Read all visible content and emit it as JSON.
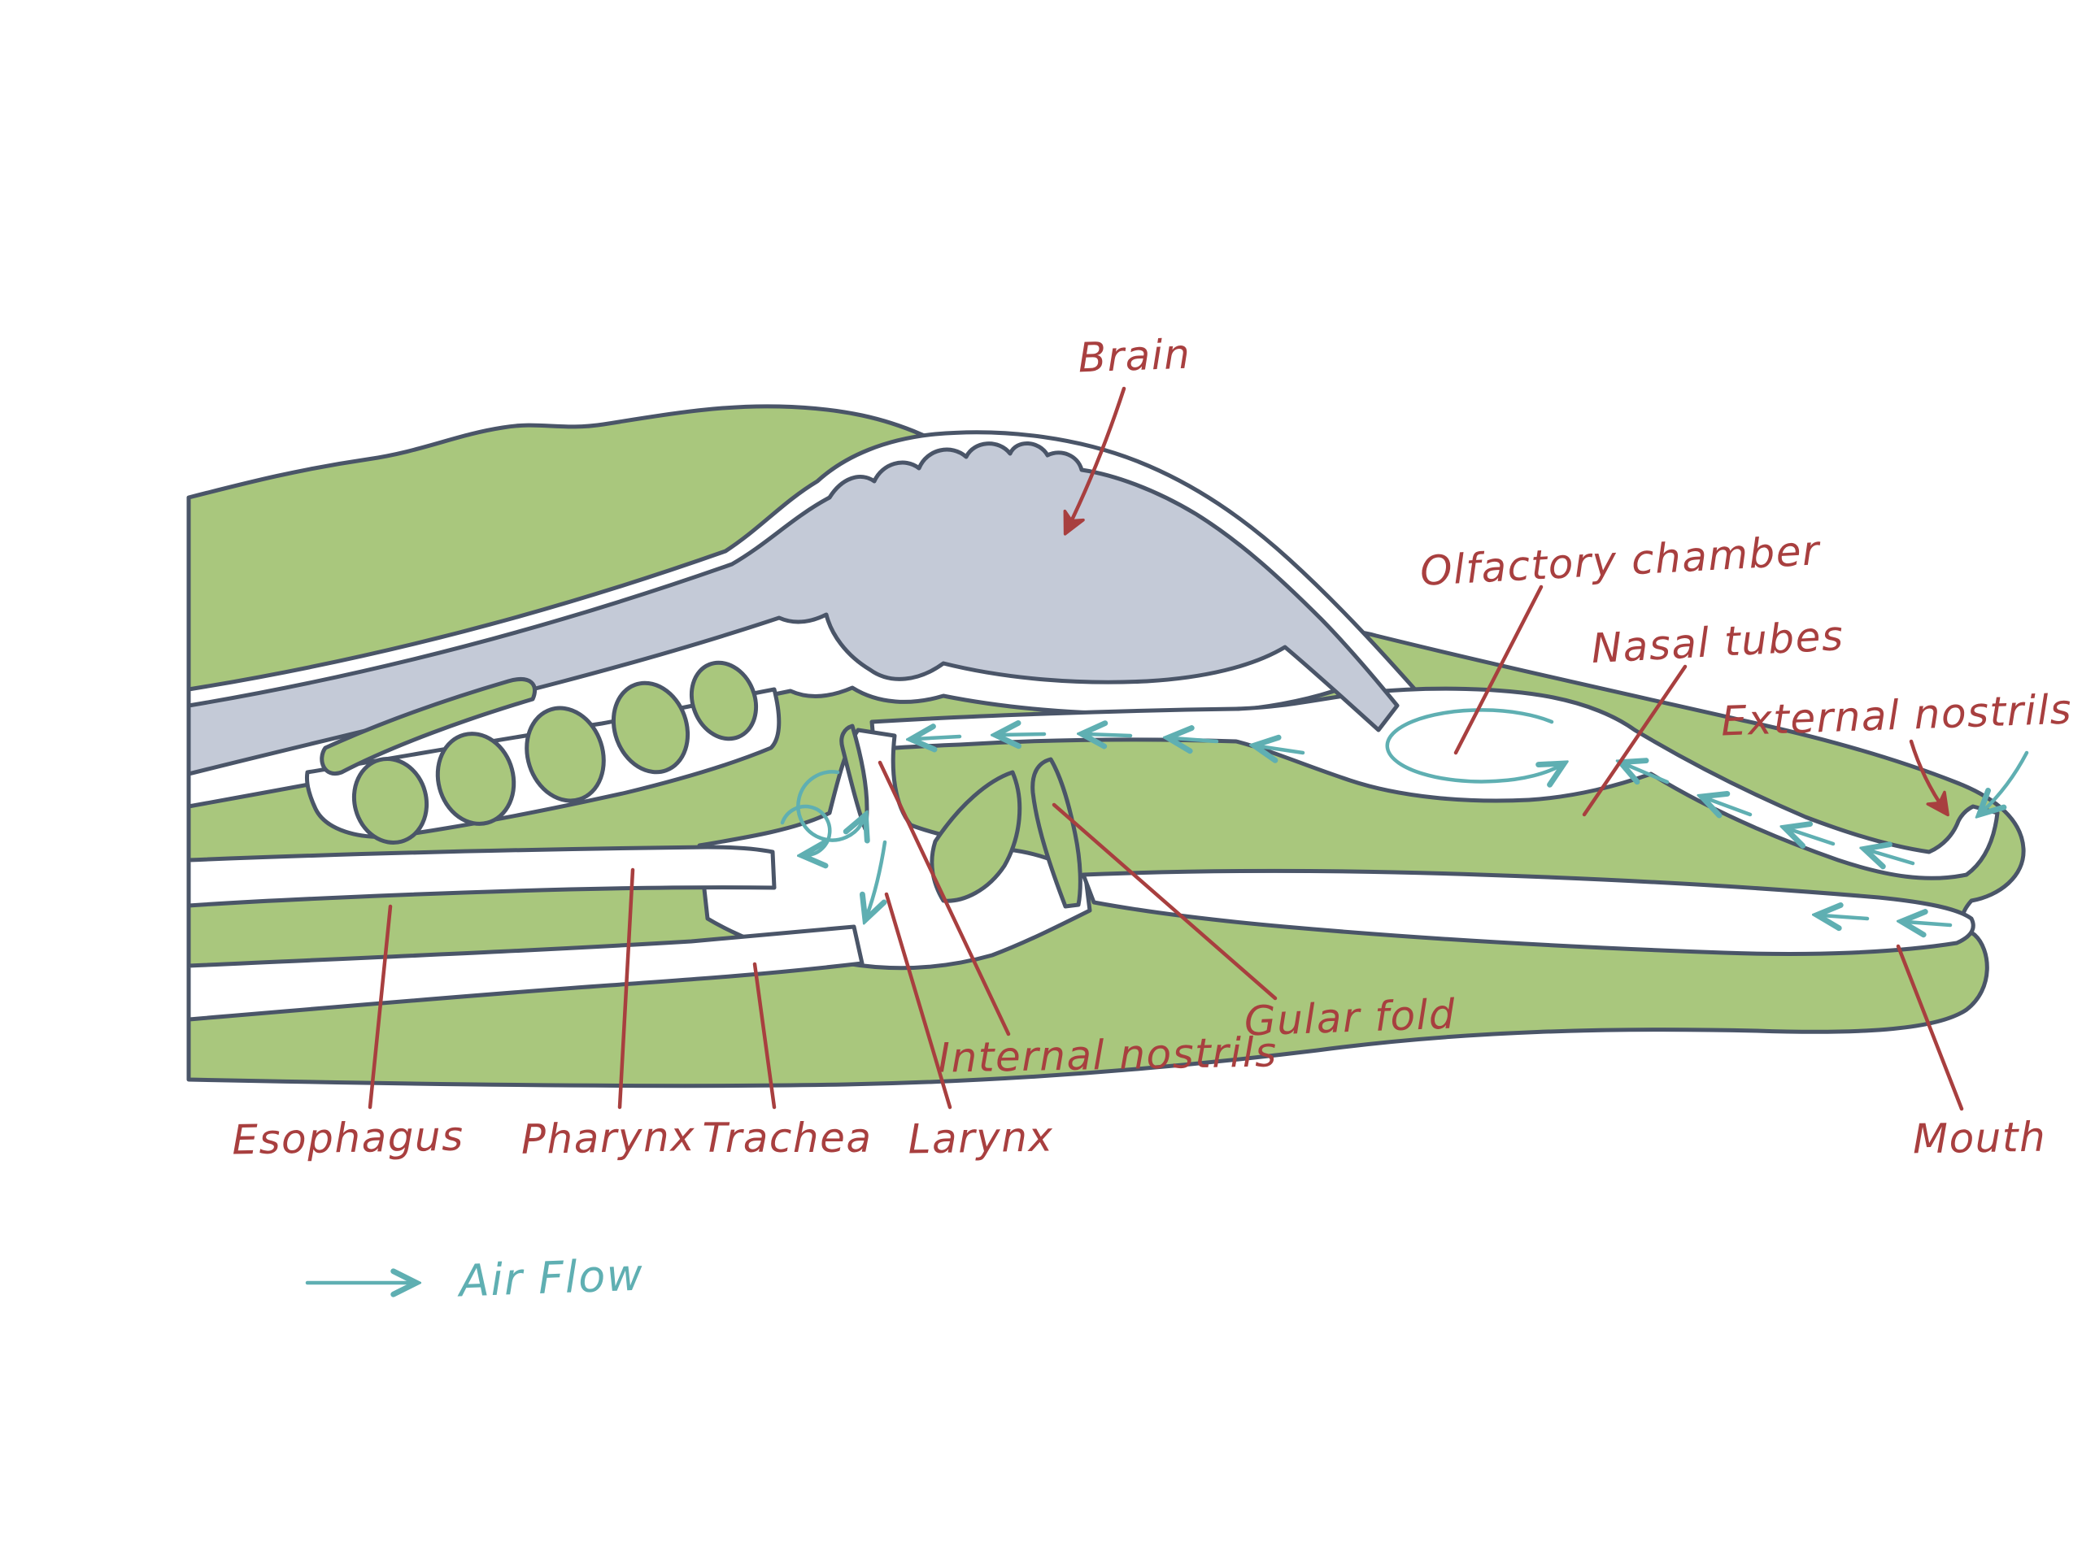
{
  "title": "Reptile head airway anatomy diagram",
  "colors": {
    "body_green": "#a9c77d",
    "outline_ink": "#4a5568",
    "brain_gray": "#c4cad7",
    "label_red": "#a83f3f",
    "airflow_teal": "#5fafb2",
    "background": "#ffffff"
  },
  "labels": {
    "brain": "Brain",
    "olfactory_chamber": "Olfactory chamber",
    "nasal_tubes": "Nasal tubes",
    "external_nostrils": "External nostrils",
    "esophagus": "Esophagus",
    "pharynx": "Pharynx",
    "trachea": "Trachea",
    "larynx": "Larynx",
    "internal_nostrils": "Internal nostrils",
    "gular_fold": "Gular fold",
    "mouth": "Mouth"
  },
  "legend": {
    "air_flow": "Air Flow"
  }
}
